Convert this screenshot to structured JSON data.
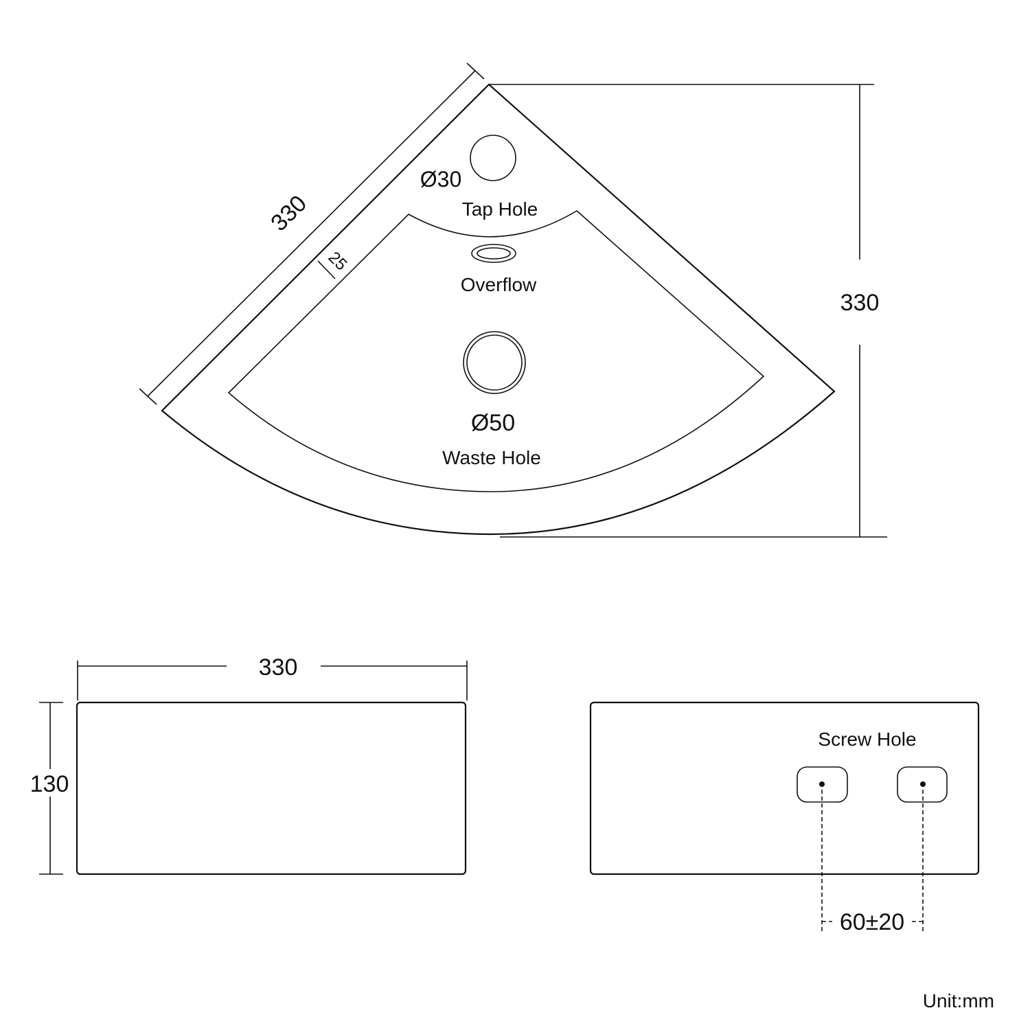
{
  "top_view": {
    "side_dimension": "330",
    "height_dimension": "330",
    "rim_width": "25",
    "tap_hole": {
      "diameter": "Ø30",
      "label": "Tap Hole"
    },
    "overflow": {
      "label": "Overflow"
    },
    "waste_hole": {
      "diameter": "Ø50",
      "label": "Waste Hole"
    }
  },
  "front_view": {
    "width": "330",
    "height": "130"
  },
  "back_view": {
    "screw_label": "Screw Hole",
    "screw_spacing": "60±20"
  },
  "unit": "Unit:mm"
}
